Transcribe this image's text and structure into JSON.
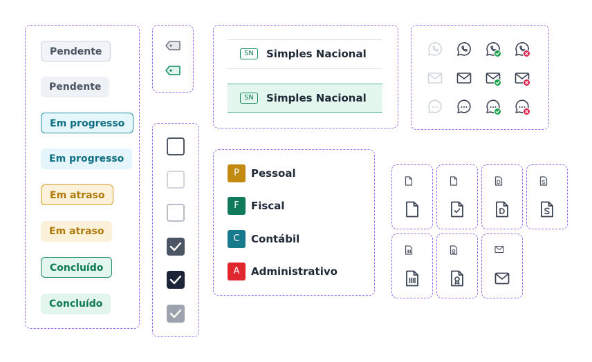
{
  "badges": [
    {
      "label": "Pendente",
      "style": "outline",
      "color": "#4b5563"
    },
    {
      "label": "Pendente",
      "style": "solid",
      "color": "#4b5563"
    },
    {
      "label": "Em progresso",
      "style": "outline",
      "color": "#0e6f85"
    },
    {
      "label": "Em progresso",
      "style": "solid",
      "color": "#0e6f85"
    },
    {
      "label": "Em atraso",
      "style": "outline",
      "color": "#b07a0b"
    },
    {
      "label": "Em atraso",
      "style": "solid",
      "color": "#b07a0b"
    },
    {
      "label": "Concluído",
      "style": "outline",
      "color": "#0c7a52"
    },
    {
      "label": "Concluído",
      "style": "solid",
      "color": "#0c7a52"
    }
  ],
  "tags": [
    {
      "icon": "tag-icon",
      "color": "#6b7280"
    },
    {
      "icon": "tag-icon",
      "color": "#118a5d"
    }
  ],
  "checkboxes": [
    {
      "state": "unchecked",
      "variant": "default"
    },
    {
      "state": "unchecked",
      "variant": "light"
    },
    {
      "state": "unchecked",
      "variant": "disabled"
    },
    {
      "state": "checked",
      "variant": "default"
    },
    {
      "state": "checked",
      "variant": "dark"
    },
    {
      "state": "checked",
      "variant": "disabled"
    }
  ],
  "regime": {
    "rows": [
      {
        "badge": "SN",
        "label": "Simples Nacional",
        "selected": false
      },
      {
        "badge": "SN",
        "label": "Simples Nacional",
        "selected": true
      }
    ]
  },
  "contact_icons": {
    "rows": [
      "whatsapp-icon",
      "mail-icon",
      "chat-icon"
    ],
    "states": [
      "disabled",
      "default",
      "success",
      "error"
    ],
    "status_colors": {
      "success": "#16a34a",
      "error": "#e11d48"
    }
  },
  "categories": [
    {
      "letter": "P",
      "label": "Pessoal",
      "color": "#c28a10"
    },
    {
      "letter": "F",
      "label": "Fiscal",
      "color": "#117a5a"
    },
    {
      "letter": "C",
      "label": "Contábil",
      "color": "#167a8c"
    },
    {
      "letter": "A",
      "label": "Administrativo",
      "color": "#e0262f"
    }
  ],
  "document_icons": [
    "file-icon",
    "file-check-icon",
    "file-d-icon",
    "file-dollar-icon",
    "file-barcode-icon",
    "file-certificate-icon",
    "envelope-icon"
  ]
}
